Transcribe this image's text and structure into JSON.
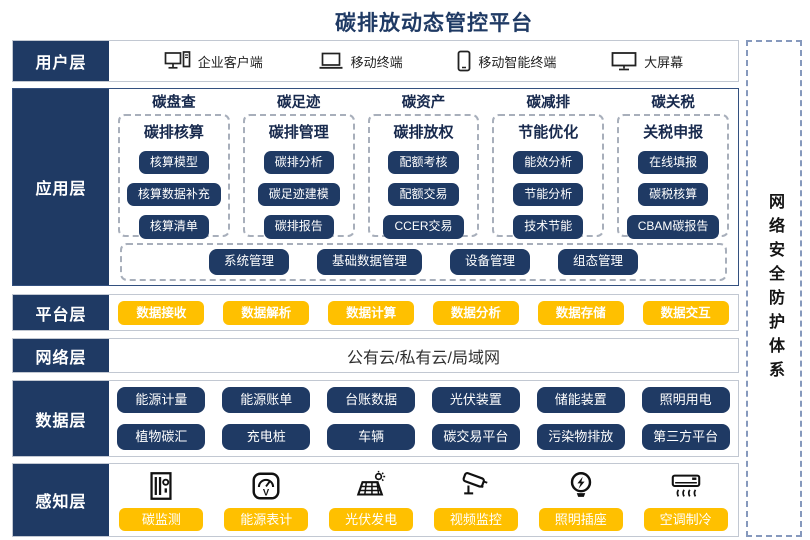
{
  "title": "碳排放动态管控平台",
  "colors": {
    "navy": "#1F3A64",
    "yellow": "#FFC000"
  },
  "security_sidebar": {
    "label": "网络安全防护体系"
  },
  "layers": {
    "user": {
      "label": "用户层",
      "items": [
        {
          "icon": "desktop-pc-icon",
          "label": "企业客户端"
        },
        {
          "icon": "laptop-icon",
          "label": "移动终端"
        },
        {
          "icon": "smartphone-icon",
          "label": "移动智能终端"
        },
        {
          "icon": "large-screen-icon",
          "label": "大屏幕"
        }
      ]
    },
    "app": {
      "label": "应用层",
      "columns": [
        {
          "header": "碳盘查",
          "subtitle": "碳排核算",
          "items": [
            "核算模型",
            "核算数据补充",
            "核算清单"
          ]
        },
        {
          "header": "碳足迹",
          "subtitle": "碳排管理",
          "items": [
            "碳排分析",
            "碳足迹建模",
            "碳排报告"
          ]
        },
        {
          "header": "碳资产",
          "subtitle": "碳排放权",
          "items": [
            "配额考核",
            "配额交易",
            "CCER交易"
          ]
        },
        {
          "header": "碳减排",
          "subtitle": "节能优化",
          "items": [
            "能效分析",
            "节能分析",
            "技术节能"
          ]
        },
        {
          "header": "碳关税",
          "subtitle": "关税申报",
          "items": [
            "在线填报",
            "碳税核算",
            "CBAM碳报告"
          ]
        }
      ],
      "common_modules": [
        "系统管理",
        "基础数据管理",
        "设备管理",
        "组态管理"
      ]
    },
    "platform": {
      "label": "平台层",
      "items": [
        "数据接收",
        "数据解析",
        "数据计算",
        "数据分析",
        "数据存储",
        "数据交互"
      ]
    },
    "network": {
      "label": "网络层",
      "content": "公有云/私有云/局域网"
    },
    "data": {
      "label": "数据层",
      "rows": [
        [
          "能源计量",
          "能源账单",
          "台账数据",
          "光伏装置",
          "储能装置",
          "照明用电"
        ],
        [
          "植物碳汇",
          "充电桩",
          "车辆",
          "碳交易平台",
          "污染物排放",
          "第三方平台"
        ]
      ]
    },
    "perception": {
      "label": "感知层",
      "items": [
        {
          "icon": "carbon-monitor-icon",
          "label": "碳监测"
        },
        {
          "icon": "energy-meter-icon",
          "label": "能源表计"
        },
        {
          "icon": "solar-panel-icon",
          "label": "光伏发电"
        },
        {
          "icon": "cctv-camera-icon",
          "label": "视频监控"
        },
        {
          "icon": "light-bulb-icon",
          "label": "照明插座"
        },
        {
          "icon": "air-conditioner-icon",
          "label": "空调制冷"
        }
      ]
    }
  }
}
